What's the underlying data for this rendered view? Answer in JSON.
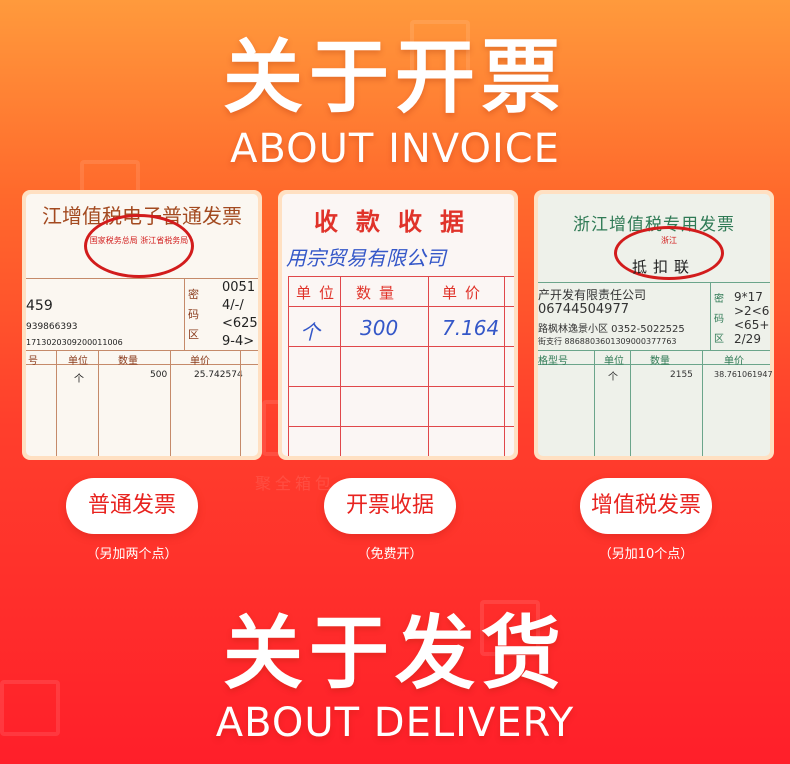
{
  "invoice_section": {
    "title": "关于开票",
    "subtitle": "ABOUT INVOICE"
  },
  "delivery_section": {
    "title": "关于发货",
    "subtitle": "ABOUT DELIVERY"
  },
  "watermark": "聚全箱包",
  "cards": [
    {
      "header": "江增值税电子普通发票",
      "seal_text": "国家税务总局 浙江省税务局",
      "codes": [
        "0051",
        "4/-/",
        "<625",
        "9-4>"
      ],
      "side_label": [
        "密",
        "码",
        "区"
      ],
      "numbers": [
        "459",
        "939866393",
        "1713020309200011006"
      ],
      "columns": [
        "号",
        "单位",
        "数量",
        "单价"
      ],
      "row": [
        "个",
        "500",
        "25.742574"
      ],
      "button": "普通发票",
      "note": "（另加两个点）"
    },
    {
      "header": "收款收据",
      "handwriting": "用宗贸易有限公司",
      "columns": [
        "单位",
        "数量",
        "单价"
      ],
      "row": [
        "个",
        "300",
        "7.164"
      ],
      "button": "开票收据",
      "note": "（免费开）"
    },
    {
      "header": "浙江增值税专用发票",
      "seal_text": "浙江",
      "sub": "抵扣联",
      "lines": [
        "产开发有限责任公司",
        "06744504977",
        "路枫林逸景小区  0352-5022525",
        "街支行  8868803601309000377763"
      ],
      "side_label": [
        "密",
        "码",
        "区"
      ],
      "codes": [
        "9*17",
        ">2<6",
        "<65+",
        "2/29"
      ],
      "columns": [
        "格型号",
        "单位",
        "数量",
        "单价"
      ],
      "row": [
        "个",
        "2155",
        "38.761061947"
      ],
      "button": "增值税发票",
      "note": "（另加10个点）"
    }
  ]
}
